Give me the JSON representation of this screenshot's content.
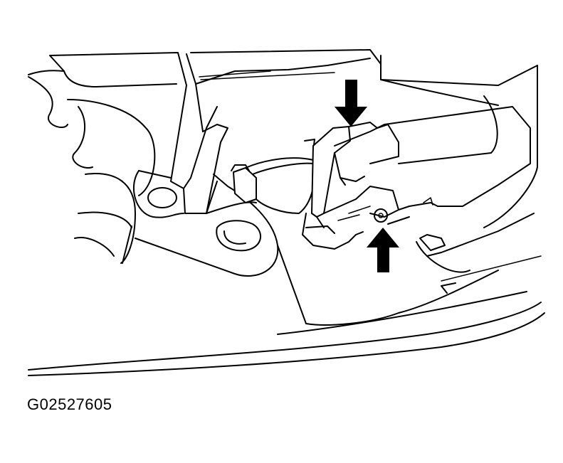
{
  "figure": {
    "id_label": "G02527605"
  },
  "arrows": [
    {
      "name": "top-arrow",
      "direction": "down"
    },
    {
      "name": "bottom-arrow",
      "direction": "up"
    }
  ]
}
